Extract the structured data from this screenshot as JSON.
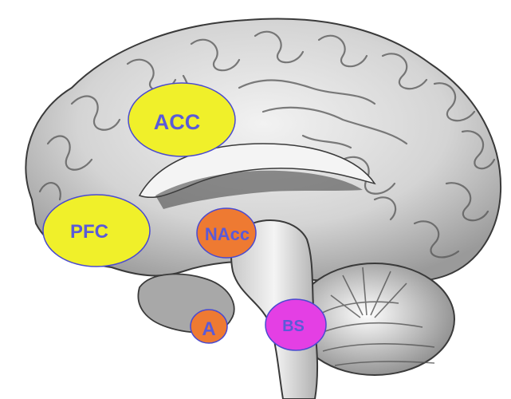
{
  "regions": [
    {
      "id": "acc",
      "label": "ACC",
      "fill": "#f0f02a",
      "stroke": "#4a4ad0",
      "text_color": "#5a5ad8"
    },
    {
      "id": "pfc",
      "label": "PFC",
      "fill": "#f0f02a",
      "stroke": "#4a4ad0",
      "text_color": "#5a5ad8"
    },
    {
      "id": "nacc",
      "label": "NAcc",
      "fill": "#ee7a32",
      "stroke": "#4a4ad0",
      "text_color": "#5a5ad8"
    },
    {
      "id": "a",
      "label": "A",
      "fill": "#ee7a32",
      "stroke": "#4a4ad0",
      "text_color": "#5a5ad8"
    },
    {
      "id": "bs",
      "label": "BS",
      "fill": "#e43fe4",
      "stroke": "#4a4ad0",
      "text_color": "#5a5ad8"
    }
  ],
  "colors": {
    "brain_base": "#d9d9d9",
    "brain_dark": "#8a8a8a",
    "brain_outline": "#3a3a3a",
    "background": "#ffffff"
  }
}
